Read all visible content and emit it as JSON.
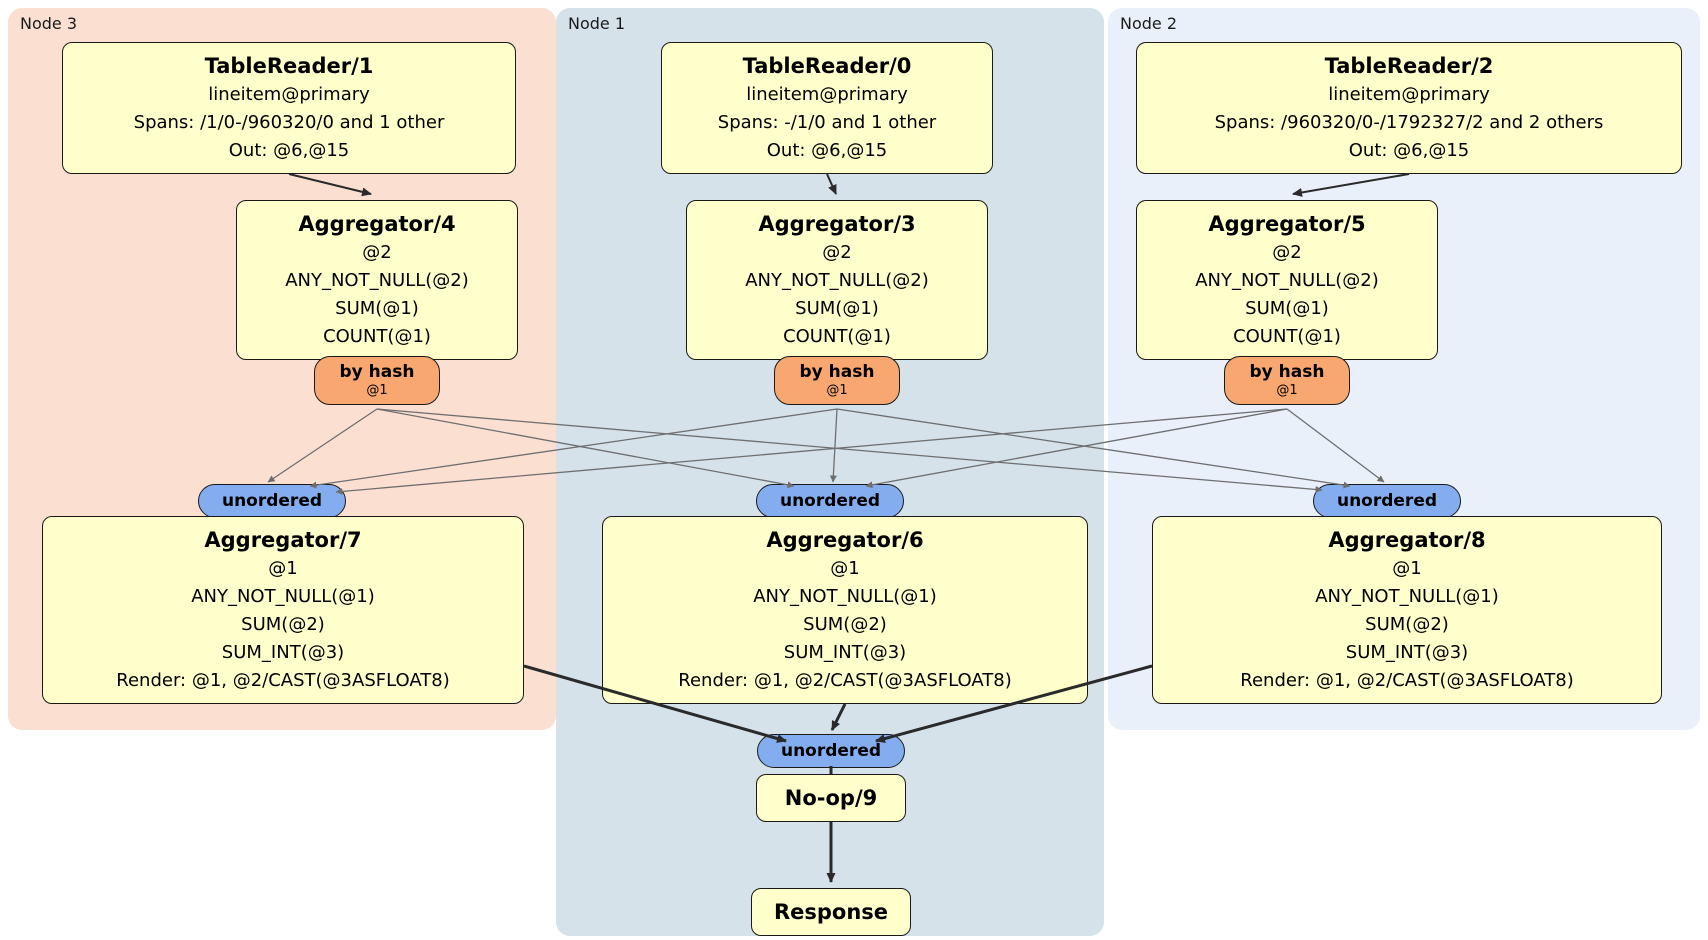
{
  "nodes": {
    "node3": {
      "label": "Node 3",
      "tablereader": {
        "title": "TableReader/1",
        "lines": [
          "lineitem@primary",
          "Spans: /1/0-/960320/0 and 1 other",
          "Out: @6,@15"
        ]
      },
      "aggregator_pre": {
        "title": "Aggregator/4",
        "lines": [
          "@2",
          "ANY_NOT_NULL(@2)",
          "SUM(@1)",
          "COUNT(@1)"
        ]
      },
      "router": {
        "label": "by hash",
        "detail": "@1"
      },
      "stream": {
        "label": "unordered"
      },
      "aggregator_final": {
        "title": "Aggregator/7",
        "lines": [
          "@1",
          "ANY_NOT_NULL(@1)",
          "SUM(@2)",
          "SUM_INT(@3)",
          "Render: @1, @2/CAST(@3ASFLOAT8)"
        ]
      }
    },
    "node1": {
      "label": "Node 1",
      "tablereader": {
        "title": "TableReader/0",
        "lines": [
          "lineitem@primary",
          "Spans: -/1/0 and 1 other",
          "Out: @6,@15"
        ]
      },
      "aggregator_pre": {
        "title": "Aggregator/3",
        "lines": [
          "@2",
          "ANY_NOT_NULL(@2)",
          "SUM(@1)",
          "COUNT(@1)"
        ]
      },
      "router": {
        "label": "by hash",
        "detail": "@1"
      },
      "stream": {
        "label": "unordered"
      },
      "aggregator_final": {
        "title": "Aggregator/6",
        "lines": [
          "@1",
          "ANY_NOT_NULL(@1)",
          "SUM(@2)",
          "SUM_INT(@3)",
          "Render: @1, @2/CAST(@3ASFLOAT8)"
        ]
      }
    },
    "node2": {
      "label": "Node 2",
      "tablereader": {
        "title": "TableReader/2",
        "lines": [
          "lineitem@primary",
          "Spans: /960320/0-/1792327/2 and 2 others",
          "Out: @6,@15"
        ]
      },
      "aggregator_pre": {
        "title": "Aggregator/5",
        "lines": [
          "@2",
          "ANY_NOT_NULL(@2)",
          "SUM(@1)",
          "COUNT(@1)"
        ]
      },
      "router": {
        "label": "by hash",
        "detail": "@1"
      },
      "stream": {
        "label": "unordered"
      },
      "aggregator_final": {
        "title": "Aggregator/8",
        "lines": [
          "@1",
          "ANY_NOT_NULL(@1)",
          "SUM(@2)",
          "SUM_INT(@3)",
          "Render: @1, @2/CAST(@3ASFLOAT8)"
        ]
      }
    }
  },
  "output": {
    "stream": {
      "label": "unordered"
    },
    "noop": {
      "title": "No-op/9"
    },
    "response": {
      "title": "Response"
    }
  },
  "colors": {
    "processor_box": "#ffffcb",
    "router_pill": "#f7a76f",
    "stream_pill": "#84adf0",
    "panel_node3": "#fbe0d1",
    "panel_node1": "#d5e2ea",
    "panel_node2": "#e9f0fa"
  }
}
